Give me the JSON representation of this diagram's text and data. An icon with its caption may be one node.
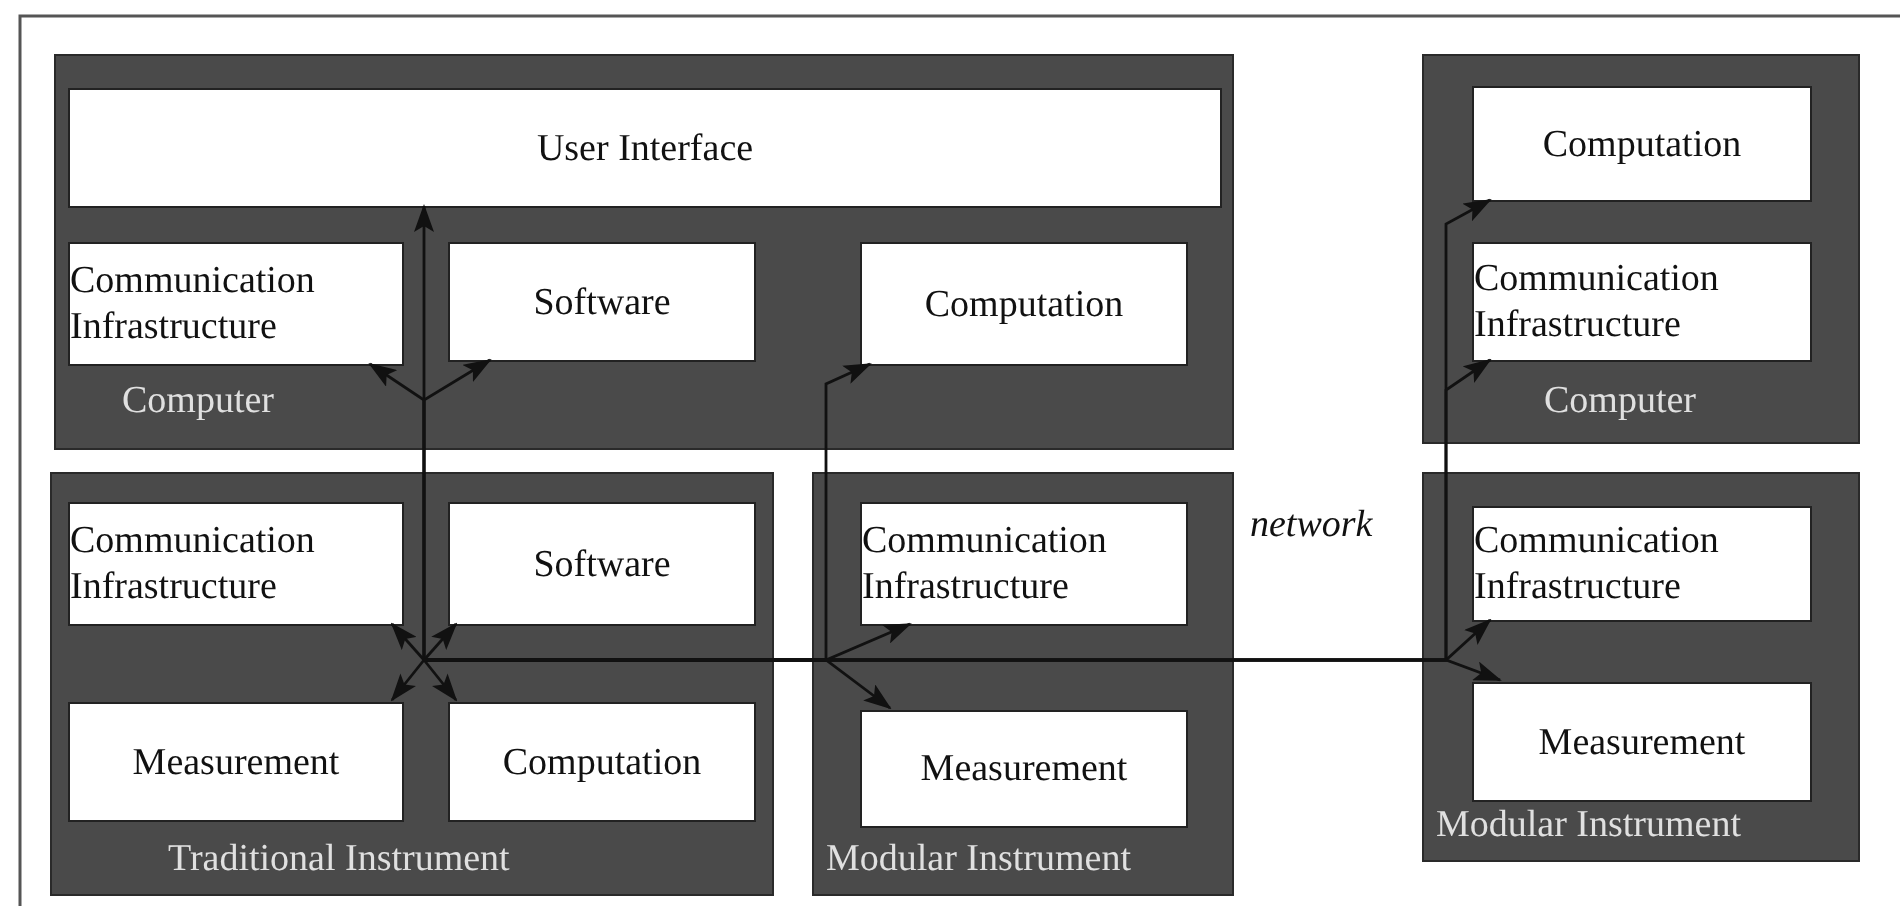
{
  "diagram": {
    "nodes": [
      {
        "text": [
          "Computer"
        ]
      },
      {
        "text": [
          "User Interface"
        ],
        "in": 0
      },
      {
        "text": [
          "Communication Infrastructure"
        ],
        "in": 0
      },
      {
        "text": [
          "Software"
        ],
        "in": 0
      },
      {
        "text": [
          "Computation"
        ],
        "in": 0
      },
      {
        "text": [
          "Traditional Instrument"
        ]
      },
      {
        "text": [
          "Communication Infrastructure"
        ],
        "in": 5
      },
      {
        "text": [
          "Software"
        ],
        "in": 5
      },
      {
        "text": [
          "Measurement"
        ],
        "in": 5
      },
      {
        "text": [
          "Computation"
        ],
        "in": 5
      },
      {
        "text": [
          "Modular Instrument"
        ]
      },
      {
        "text": [
          "Communication Infrastructure"
        ],
        "in": 10
      },
      {
        "text": [
          "Measurement"
        ],
        "in": 10
      },
      {
        "text": [
          "Computer"
        ]
      },
      {
        "text": [
          "Computation"
        ],
        "in": 13
      },
      {
        "text": [
          "Communication Infrastructure"
        ],
        "in": 13
      },
      {
        "text": [
          "Modular Instrument"
        ]
      },
      {
        "text": [
          "Communication Infrastructure"
        ],
        "in": 16
      },
      {
        "text": [
          "Measurement"
        ],
        "in": 16
      }
    ],
    "edges": [
      {
        "from": null,
        "to": 1,
        "arrow": "to"
      },
      {
        "from": null,
        "to": 2,
        "arrow": "to"
      },
      {
        "from": null,
        "to": 3,
        "arrow": "to"
      },
      {
        "from": null,
        "to": 4,
        "arrow": "to"
      },
      {
        "from": null,
        "to": 6,
        "arrow": "to"
      },
      {
        "from": null,
        "to": 7,
        "arrow": "to"
      },
      {
        "from": null,
        "to": 8,
        "arrow": "to"
      },
      {
        "from": null,
        "to": 9,
        "arrow": "to"
      },
      {
        "from": null,
        "to": 11,
        "arrow": "to"
      },
      {
        "from": null,
        "to": 12,
        "arrow": "to"
      },
      {
        "from": null,
        "to": 14,
        "arrow": "to"
      },
      {
        "from": null,
        "to": 15,
        "arrow": "to"
      },
      {
        "from": null,
        "to": 17,
        "arrow": "to"
      },
      {
        "from": null,
        "to": 18,
        "arrow": "to"
      }
    ],
    "labels": [
      "network"
    ]
  }
}
